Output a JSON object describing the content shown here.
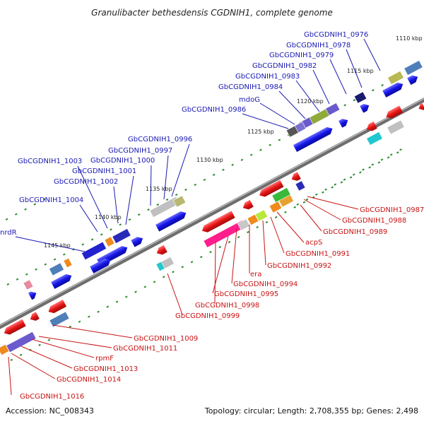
{
  "title": "Granulibacter bethesdensis CGDNIH1, complete genome",
  "footer": {
    "accession": "Accession: NC_008343",
    "info": "Topology: circular; Length: 2,708,355 bp; Genes: 2,498"
  },
  "kbp_ticks": [
    "1110 kbp",
    "1115 kbp",
    "1120 kbp",
    "1125 kbp",
    "1130 kbp",
    "1135 kbp",
    "1140 kbp",
    "1145 kbp"
  ],
  "upper_genes": [
    "GbCGDNIH1_0976",
    "GbCGDNIH1_0978",
    "GbCGDNIH1_0979",
    "GbCGDNIH1_0982",
    "GbCGDNIH1_0983",
    "GbCGDNIH1_0984",
    "mdoG",
    "GbCGDNIH1_0986",
    "GbCGDNIH1_0996",
    "GbCGDNIH1_0997",
    "GbCGDNIH1_1000",
    "GbCGDNIH1_1001",
    "GbCGDNIH1_1003",
    "GbCGDNIH1_1002",
    "GbCGDNIH1_1004",
    "nrdR"
  ],
  "lower_genes": [
    "GbCGDNIH1_0987",
    "GbCGDNIH1_0988",
    "GbCGDNIH1_0989",
    "acpS",
    "GbCGDNIH1_0991",
    "GbCGDNIH1_0992",
    "era",
    "GbCGDNIH1_0994",
    "GbCGDNIH1_0995",
    "GbCGDNIH1_0998",
    "GbCGDNIH1_0999",
    "GbCGDNIH1_1009",
    "GbCGDNIH1_1011",
    "rpmF",
    "GbCGDNIH1_1013",
    "GbCGDNIH1_1014",
    "GbCGDNIH1_1016"
  ],
  "colors": {
    "forward_strand": "#1414e6",
    "reverse_strand": "#e61414",
    "backbone": "#7a7a7a",
    "label_forward": "#1a1ab4",
    "label_reverse": "#c81414",
    "tick": "#2a8a2a"
  }
}
